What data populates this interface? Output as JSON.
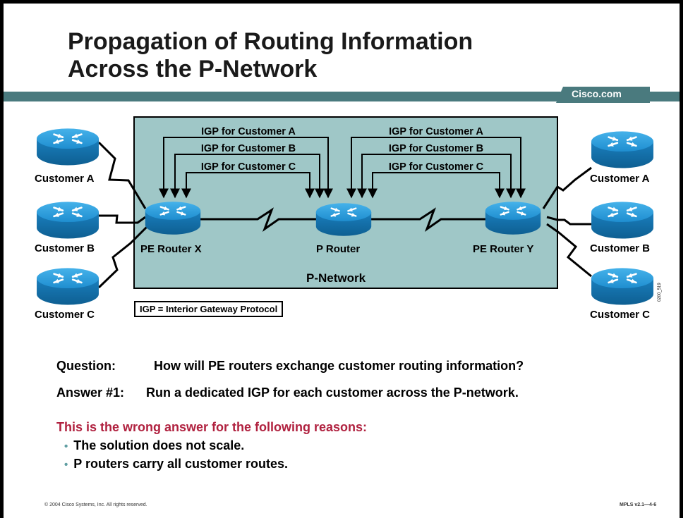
{
  "title": {
    "line1": "Propagation of Routing Information",
    "line2": "Across the P-Network"
  },
  "header": {
    "brand": "Cisco.com"
  },
  "diagram": {
    "network_label": "P-Network",
    "igp_labels": {
      "left_a": "IGP for Customer A",
      "left_b": "IGP for Customer B",
      "left_c": "IGP for Customer C",
      "right_a": "IGP for Customer A",
      "right_b": "IGP for Customer B",
      "right_c": "IGP for Customer C"
    },
    "routers": {
      "pe_x": "PE Router X",
      "p": "P Router",
      "pe_y": "PE Router Y"
    },
    "customers_left": {
      "a": "Customer A",
      "b": "Customer B",
      "c": "Customer C"
    },
    "customers_right": {
      "a": "Customer A",
      "b": "Customer B",
      "c": "Customer C"
    },
    "figure_code": "0200_519",
    "legend": "IGP = Interior Gateway Protocol"
  },
  "body": {
    "question_key": "Question:",
    "question_text": "How will PE routers exchange customer routing information?",
    "answer_key": "Answer #1:",
    "answer_text": "Run a dedicated IGP for each customer across the P-network.",
    "reason_heading": "This is the wrong answer for the following reasons:",
    "reasons": [
      "The solution does not scale.",
      "P routers carry all customer routes."
    ]
  },
  "footer": {
    "copyright": "© 2004 Cisco Systems, Inc. All rights reserved.",
    "course": "MPLS v2.1—4-6"
  },
  "colors": {
    "header_bar": "#4a7a7e",
    "network_fill": "#9fc7c7",
    "router_blue": "#1c8fcf",
    "reason_heading": "#b0213f",
    "bullet": "#5f9ea2"
  },
  "icons": {
    "router": "router-icon",
    "serial_link": "serial-link-icon",
    "arrow": "arrow-down-icon"
  }
}
